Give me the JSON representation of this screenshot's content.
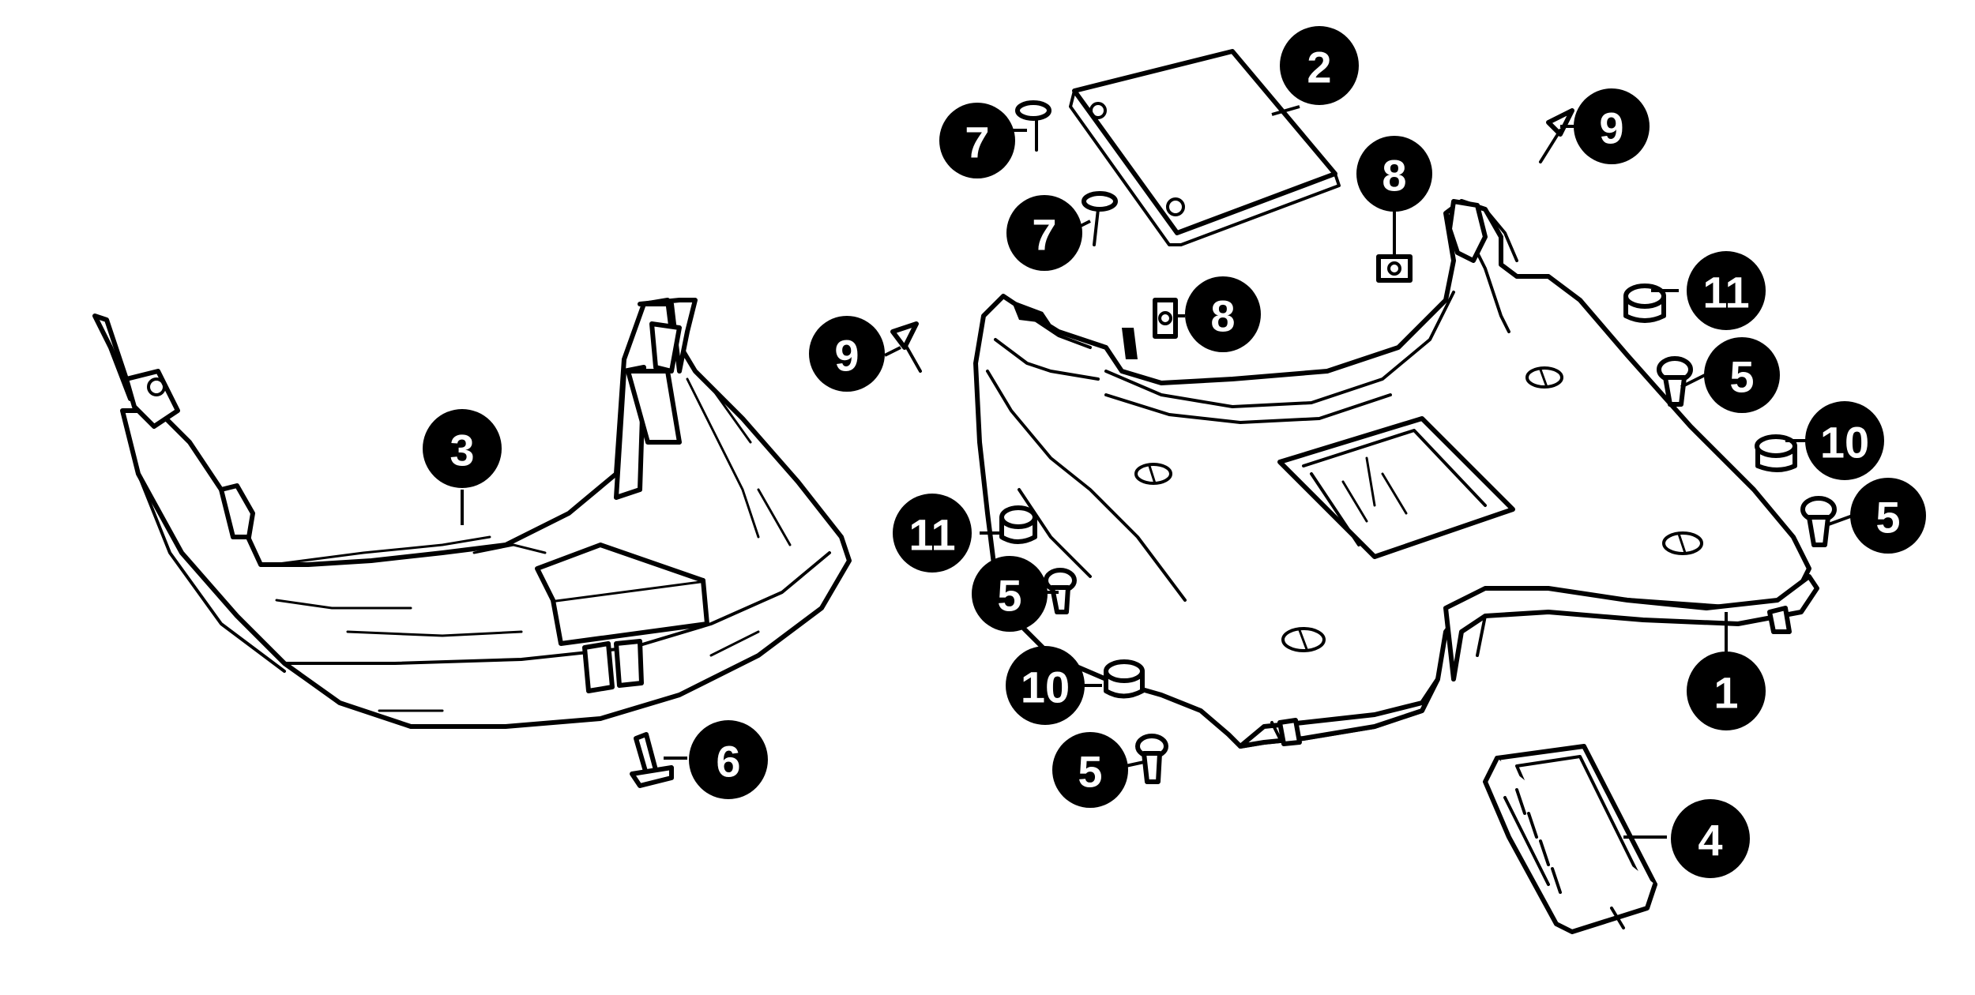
{
  "colors": {
    "ink": "#000000",
    "paper": "#ffffff"
  },
  "callouts": [
    {
      "id": "c1",
      "label": "1"
    },
    {
      "id": "c2",
      "label": "2"
    },
    {
      "id": "c3",
      "label": "3"
    },
    {
      "id": "c4",
      "label": "4"
    },
    {
      "id": "c5a",
      "label": "5"
    },
    {
      "id": "c5b",
      "label": "5"
    },
    {
      "id": "c5c",
      "label": "5"
    },
    {
      "id": "c5d",
      "label": "5"
    },
    {
      "id": "c6",
      "label": "6"
    },
    {
      "id": "c7a",
      "label": "7"
    },
    {
      "id": "c7b",
      "label": "7"
    },
    {
      "id": "c8a",
      "label": "8"
    },
    {
      "id": "c8b",
      "label": "8"
    },
    {
      "id": "c9a",
      "label": "9"
    },
    {
      "id": "c9b",
      "label": "9"
    },
    {
      "id": "c10a",
      "label": "10"
    },
    {
      "id": "c10b",
      "label": "10"
    },
    {
      "id": "c11a",
      "label": "11"
    },
    {
      "id": "c11b",
      "label": "11"
    }
  ]
}
